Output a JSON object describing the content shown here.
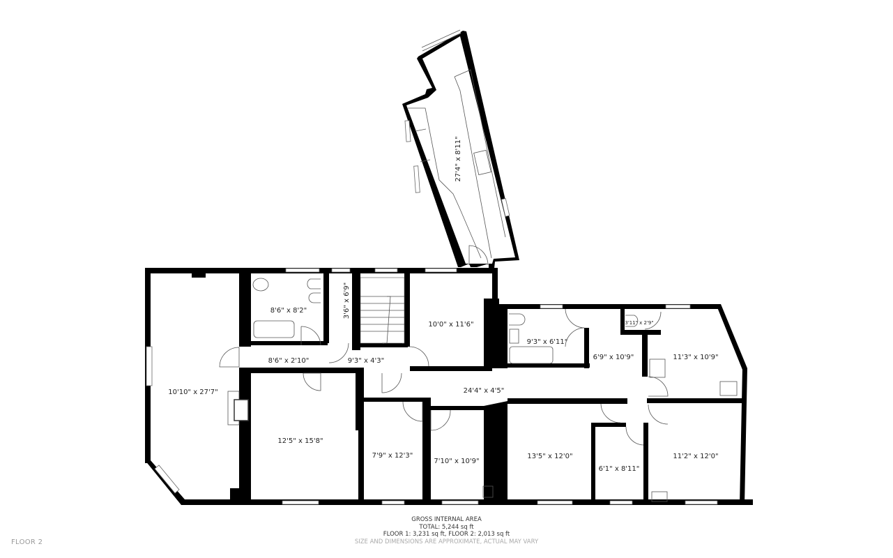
{
  "floor_label": "FLOOR 2",
  "footer": {
    "title": "GROSS INTERNAL AREA",
    "total": "TOTAL: 5,244 sq ft",
    "floors": "FLOOR 1: 3,231 sq ft, FLOOR 2: 2,013 sq ft",
    "disclaimer": "SIZE AND DIMENSIONS ARE APPROXIMATE, ACTUAL MAY VARY"
  },
  "rooms": {
    "kitchen": "27'4\" x 8'11\"",
    "living": "10'10\" x 27'7\"",
    "bath1": "8'6\" x 8'2\"",
    "closet1": "3'6\" x 6'9\"",
    "hall1": "8'6\" x 2'10\"",
    "hall2": "9'3\" x 4'3\"",
    "room_10x11": "10'0\" x 11'6\"",
    "bath2": "9'3\" x 6'11\"",
    "wc": "3'11\" x 2'9\"",
    "hall3": "6'9\" x 10'9\"",
    "bedroom_ne": "11'3\" x 10'9\"",
    "corridor": "24'4\" x 4'5\"",
    "bedroom_12x15": "12'5\" x 15'8\"",
    "bedroom_7x12": "7'9\" x 12'3\"",
    "bedroom_7x10": "7'10\" x 10'9\"",
    "bedroom_13x12": "13'5\" x 12'0\"",
    "room_6x8": "6'1\" x 8'11\"",
    "bedroom_11x12": "11'2\" x 12'0\""
  }
}
